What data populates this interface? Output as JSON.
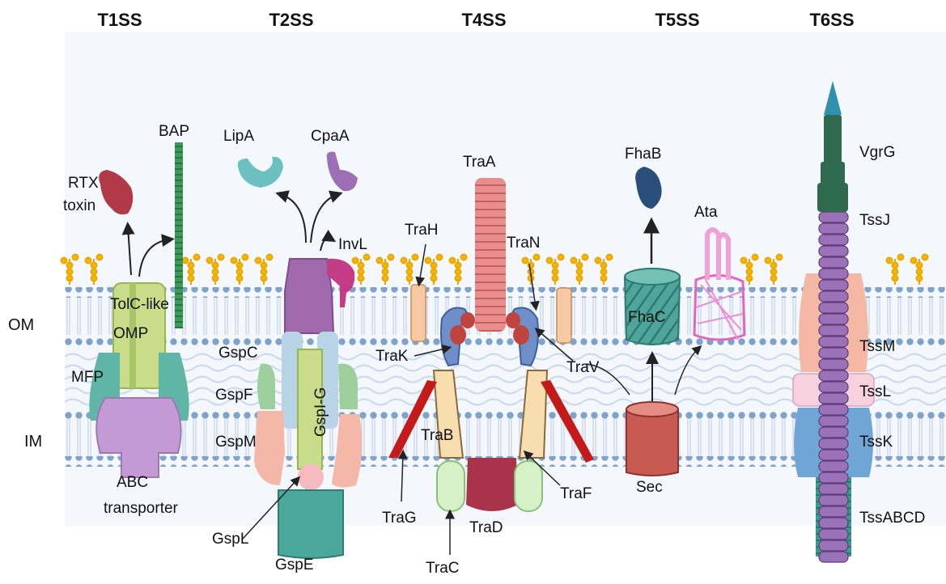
{
  "systems": {
    "t1ss": "T1SS",
    "t2ss": "T2SS",
    "t4ss": "T4SS",
    "t5ss": "T5SS",
    "t6ss": "T6SS"
  },
  "layers": {
    "om": "OM",
    "im": "IM"
  },
  "t1ss": {
    "rtx_line1": "RTX",
    "rtx_line2": "toxin",
    "bap": "BAP",
    "tolc_line1": "TolC-like",
    "tolc_line2": "OMP",
    "mfp": "MFP",
    "abc_line1": "ABC",
    "abc_line2": "transporter"
  },
  "t2ss": {
    "lipa": "LipA",
    "cpaa": "CpaA",
    "invl": "InvL",
    "gspc": "GspC",
    "gspf": "GspF",
    "gspm": "GspM",
    "gspg": "GspI-G",
    "gspl": "GspL",
    "gspe": "GspE"
  },
  "t4ss": {
    "traa": "TraA",
    "trah": "TraH",
    "tran": "TraN",
    "trak": "TraK",
    "trav": "TraV",
    "trab": "TraB",
    "trag": "TraG",
    "trad": "TraD",
    "traf": "TraF",
    "trac": "TraC"
  },
  "t5ss": {
    "fhab": "FhaB",
    "ata": "Ata",
    "fhac": "FhaC",
    "sec": "Sec"
  },
  "t6ss": {
    "vgrg": "VgrG",
    "tssj": "TssJ",
    "tssm": "TssM",
    "tssl": "TssL",
    "tssk": "TssK",
    "tssabcd": "TssABCD"
  }
}
